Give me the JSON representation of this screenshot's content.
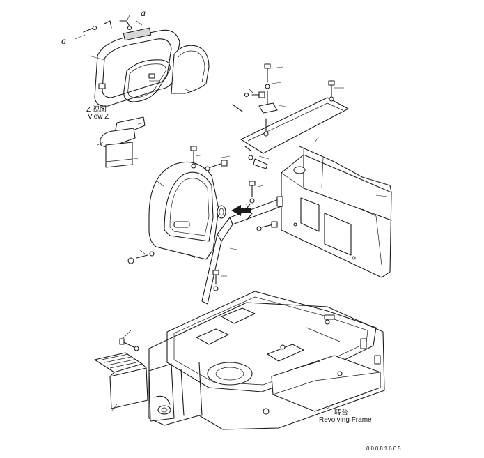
{
  "labels": {
    "view_z_cn": "Z 视图",
    "view_z_en": "View Z",
    "z_marker": "Z",
    "callout_a_left": "a",
    "callout_a_top": "a",
    "revolving_frame_cn": "转台",
    "revolving_frame_en": "Revolving Frame",
    "drawing_number": "00081605"
  }
}
